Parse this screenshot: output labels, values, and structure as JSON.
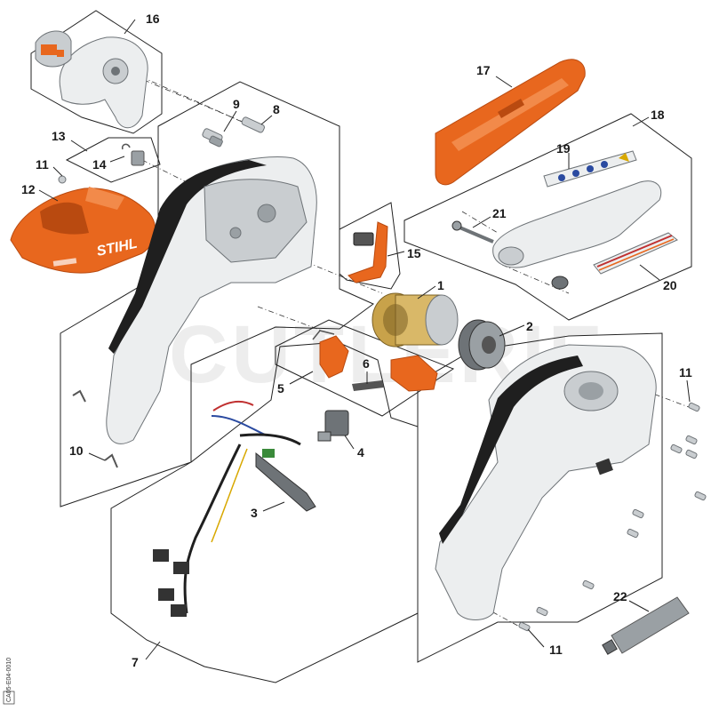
{
  "watermark": "CUTLERIE",
  "side_code": "CA05-E04-0010",
  "brand_label": "STIHL",
  "colors": {
    "orange": "#e8671e",
    "orange_dark": "#b94a10",
    "grey_light": "#eceeef",
    "grey_mid": "#c9cdd0",
    "grey_dark": "#6e7377",
    "black": "#1f1f1f",
    "motor_gold": "#c8a24a"
  },
  "callouts": [
    {
      "id": "1",
      "part": "motor"
    },
    {
      "id": "2",
      "part": "motor-end-cap"
    },
    {
      "id": "3",
      "part": "wiring-harness"
    },
    {
      "id": "4",
      "part": "switch"
    },
    {
      "id": "5",
      "part": "lever-assembly"
    },
    {
      "id": "6",
      "part": "trigger"
    },
    {
      "id": "7",
      "part": "housing-kit"
    },
    {
      "id": "8",
      "part": "pin"
    },
    {
      "id": "9",
      "part": "pin"
    },
    {
      "id": "10",
      "part": "clip"
    },
    {
      "id": "11",
      "part": "screw"
    },
    {
      "id": "11",
      "part": "screw"
    },
    {
      "id": "11",
      "part": "screw"
    },
    {
      "id": "12",
      "part": "top-cover"
    },
    {
      "id": "13",
      "part": "lock-kit"
    },
    {
      "id": "14",
      "part": "latch"
    },
    {
      "id": "15",
      "part": "bracket"
    },
    {
      "id": "16",
      "part": "rear-cap"
    },
    {
      "id": "17",
      "part": "guide-bar-cover"
    },
    {
      "id": "18",
      "part": "sprocket-cover-kit"
    },
    {
      "id": "19",
      "part": "decal"
    },
    {
      "id": "20",
      "part": "decal-strip"
    },
    {
      "id": "21",
      "part": "bolt"
    },
    {
      "id": "22",
      "part": "grease-tube"
    }
  ]
}
